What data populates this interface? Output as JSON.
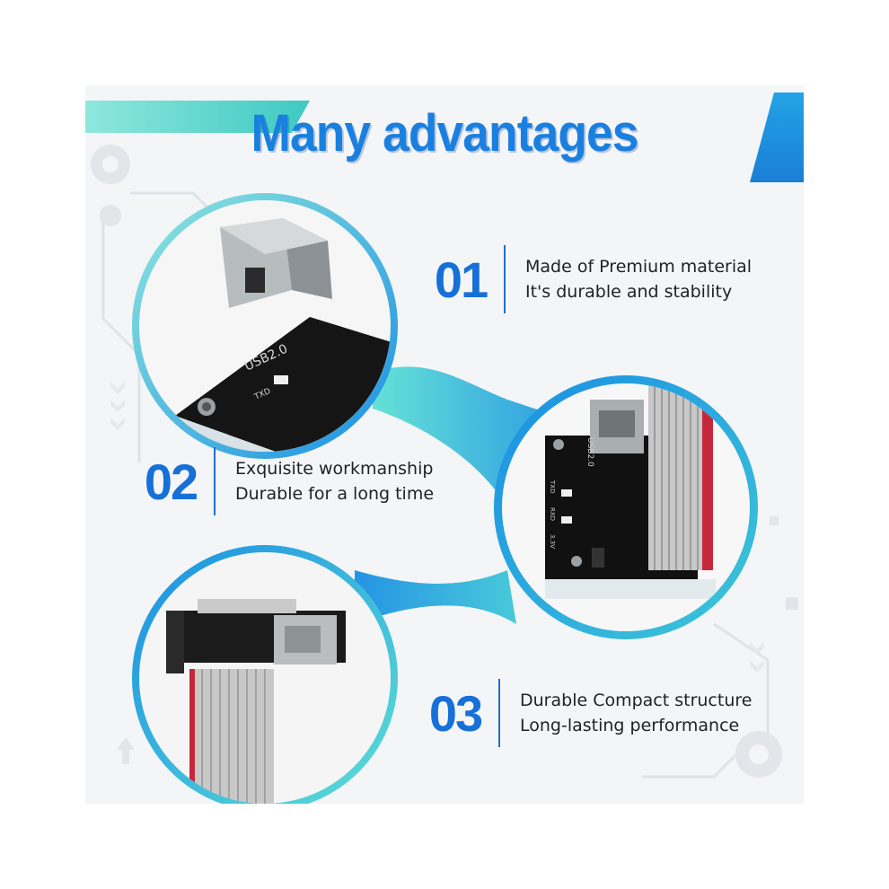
{
  "title": "Many advantages",
  "features": [
    {
      "number": "01",
      "lines": [
        "Made of Premium material",
        "It's durable and stability"
      ]
    },
    {
      "number": "02",
      "lines": [
        "Exquisite workmanship",
        "Durable for a long time"
      ]
    },
    {
      "number": "03",
      "lines": [
        "Durable Compact structure",
        "Long-lasting performance"
      ]
    }
  ],
  "board_labels": {
    "usb": "USB2.0",
    "txd": "TXD",
    "rxd": "RXD",
    "v33": "3.3V"
  },
  "colors": {
    "title": "#1a80e0",
    "number": "#1670d8",
    "accent_teal": "#3ec9c2",
    "accent_blue": "#1a8fe3"
  }
}
